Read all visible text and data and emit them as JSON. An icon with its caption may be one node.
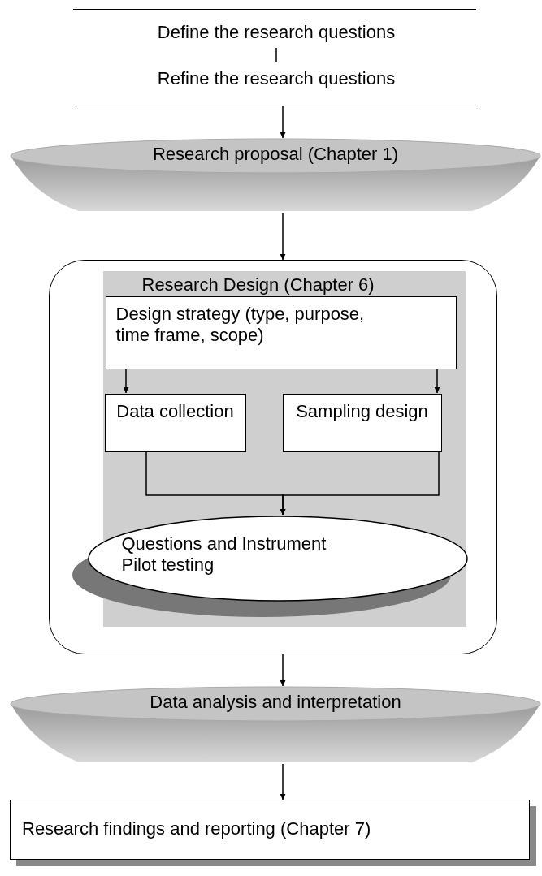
{
  "diagram": {
    "nodes": [
      {
        "text": [],
        "shape": "band"
      },
      {
        "text": [
          "Define the research questions"
        ],
        "in": 0
      },
      {
        "text": [
          "Refine the research questions"
        ],
        "in": 0
      },
      {
        "text": [
          "Research proposal (Chapter 1)"
        ]
      },
      {
        "text": [],
        "shape": "box"
      },
      {
        "text": [
          "Research Design (Chapter 6)"
        ],
        "in": 4
      },
      {
        "text": [
          "Design strategy (type, purpose, time frame, scope)"
        ],
        "in": 5
      },
      {
        "text": [
          "Data collection"
        ],
        "in": 5
      },
      {
        "text": [
          "Sampling design"
        ],
        "in": 5
      },
      {
        "text": [
          "Questions and Instrument Pilot testing"
        ],
        "in": 4
      },
      {
        "text": [
          "Data analysis and interpretation"
        ]
      },
      {
        "text": [
          "Research findings and reporting (Chapter 7)"
        ]
      }
    ],
    "edges": [
      {
        "from": 1,
        "to": 2,
        "arrow": "none"
      },
      {
        "from": 0,
        "to": 3,
        "arrow": "to"
      },
      {
        "from": 3,
        "to": 4,
        "arrow": "to"
      },
      {
        "from": 6,
        "to": 7,
        "arrow": "to"
      },
      {
        "from": 6,
        "to": 8,
        "arrow": "to"
      },
      {
        "from": 7,
        "to": 9,
        "arrow": "to"
      },
      {
        "from": 8,
        "to": 9,
        "arrow": "to"
      },
      {
        "from": 4,
        "to": 10,
        "arrow": "to"
      },
      {
        "from": 10,
        "to": 11,
        "arrow": "to"
      }
    ]
  }
}
